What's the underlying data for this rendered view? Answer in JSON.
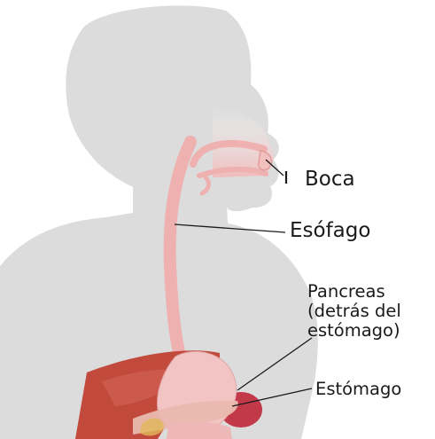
{
  "labels": {
    "boca": "Boca",
    "esofago": "Esófago",
    "pancreas": [
      "Pancreas",
      "(detrás del",
      "estómago)"
    ],
    "estomago": "Estómago"
  },
  "colors": {
    "body": "#dcdcdc",
    "esophagus": "#efb0b0",
    "liver": "#c24a3c",
    "stomach": "#f2c4c4",
    "pancreas": "#e9b9b0",
    "spleen": "#c23a4a",
    "leader_line": "#1a1a1a"
  }
}
